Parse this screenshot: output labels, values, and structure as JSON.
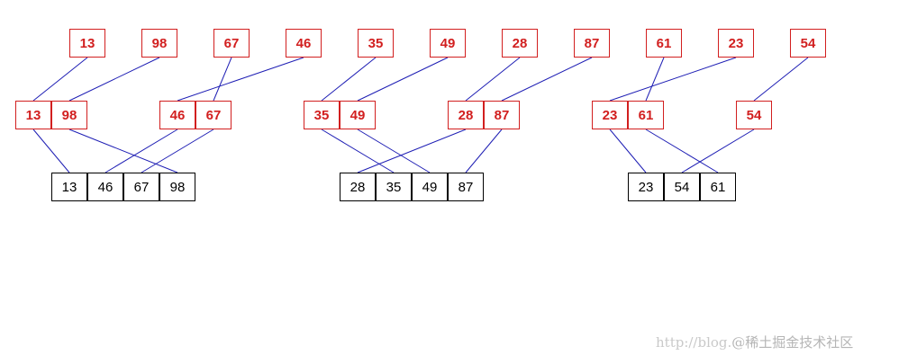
{
  "diagram": {
    "level_input": [
      "13",
      "98",
      "67",
      "46",
      "35",
      "49",
      "28",
      "87",
      "61",
      "23",
      "54"
    ],
    "level_pairs": [
      [
        "13",
        "98"
      ],
      [
        "46",
        "67"
      ],
      [
        "35",
        "49"
      ],
      [
        "28",
        "87"
      ],
      [
        "23",
        "61"
      ],
      [
        "54"
      ]
    ],
    "level_merged": [
      [
        "13",
        "46",
        "67",
        "98"
      ],
      [
        "28",
        "35",
        "49",
        "87"
      ],
      [
        "23",
        "54",
        "61"
      ]
    ],
    "colors": {
      "input_border": "#d21f1f",
      "input_text": "#d21f1f",
      "merged_border": "#000000",
      "edge": "#1e1eb4"
    }
  },
  "watermark": {
    "url": "http://blog.",
    "brand": "@稀土掘金技术社区"
  }
}
